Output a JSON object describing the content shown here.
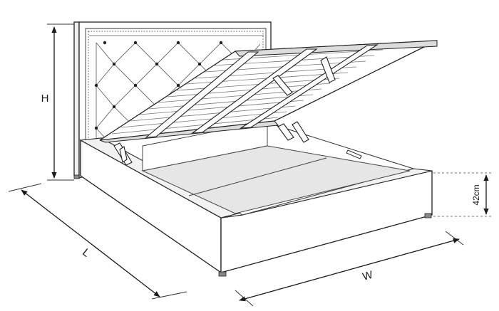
{
  "diagram": {
    "dimension_labels": {
      "height": "H",
      "length": "L",
      "width": "W",
      "storage_height": "42cm"
    }
  }
}
